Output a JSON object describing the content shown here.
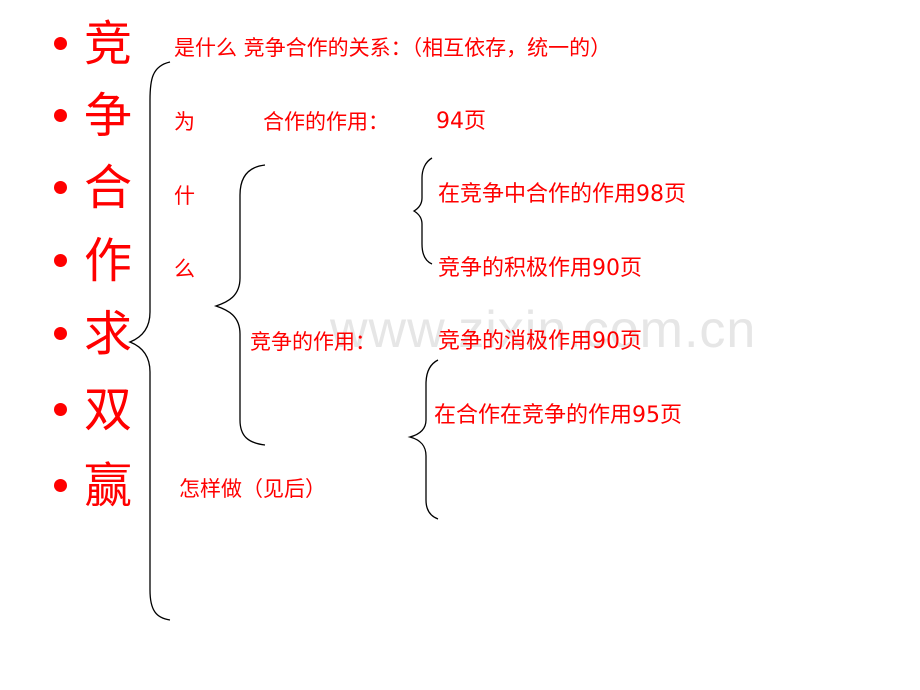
{
  "colors": {
    "text": "#ff0000",
    "bracket": "#000000",
    "watermark": "#e6e6e6"
  },
  "title_chars": [
    "竞",
    "争",
    "合",
    "作",
    "求",
    "双",
    "赢"
  ],
  "why_chars": [
    "为",
    "什",
    "么"
  ],
  "lines": {
    "what": "是什么  竞争合作的关系：（相互依存，统一的）",
    "cooperation_role": "合作的作用：",
    "cooperation_page": "94页",
    "competition_role": "竞争的作用：",
    "how": "怎样做（见后）"
  },
  "cooperation_items": [
    "在竞争中合作的作用98页",
    "竞争的积极作用90页"
  ],
  "competition_items": [
    "竞争的消极作用90页",
    "在合作在竞争的作用95页"
  ],
  "watermark": "www.zixin.com.cn"
}
